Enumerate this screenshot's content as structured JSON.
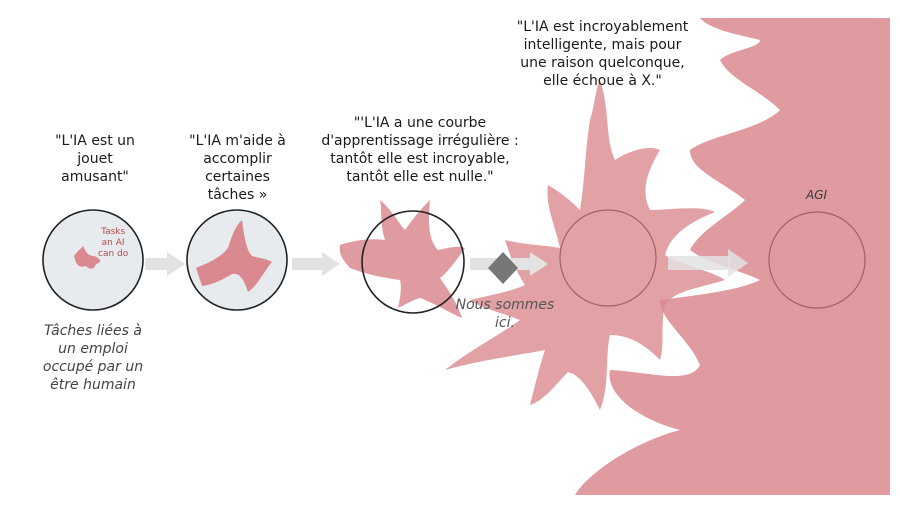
{
  "quotes": {
    "q1": [
      "\"L'IA est un",
      "jouet",
      "amusant\""
    ],
    "q2": [
      "\"L'IA m'aide à",
      "accomplir",
      "certaines",
      "tâches »"
    ],
    "q3": [
      "\"'L'IA a une courbe",
      "d'apprentissage irrégulière :",
      "tantôt elle est incroyable,",
      "tantôt elle est nulle.\""
    ],
    "q4": [
      "\"L'IA est incroyablement",
      "intelligente, mais pour",
      "une raison quelconque,",
      "elle échoue à X.\""
    ]
  },
  "human_jobs_caption": [
    "Tâches liées à",
    "un emploi",
    "occupé par un",
    "être humain"
  ],
  "tasks_label": [
    "Tasks",
    "an AI",
    "can do"
  ],
  "marker_label": [
    "Nous sommes",
    "ici."
  ],
  "agi_label": "AGI",
  "colors": {
    "blob": "#d9898f",
    "circle_fill": "#e8ebee",
    "circle_stroke": "#222222",
    "arrow": "#e2e2e2",
    "marker": "#777777",
    "text_red": "#b24a4a"
  }
}
